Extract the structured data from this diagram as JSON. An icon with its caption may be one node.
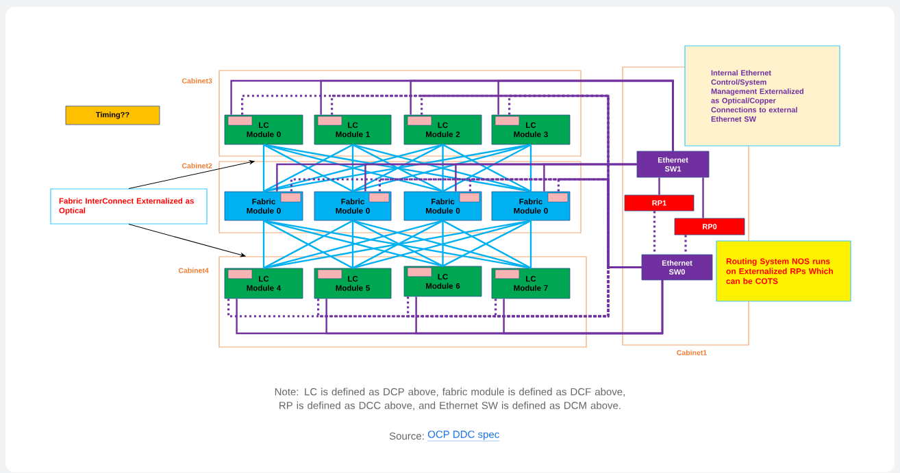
{
  "diagram": {
    "caption": "Note: LC is defined as DCP above, fabric module is defined as DCF above, RP is defined as DCC above, and Ethernet SW is defined as DCM above.",
    "nodes": [
      {
        "text": [
          "Cabinet3"
        ]
      },
      {
        "text": [
          "LC Module 0"
        ],
        "in": 0
      },
      {
        "text": [
          "LC Module 1"
        ],
        "in": 0
      },
      {
        "text": [
          "LC Module 2"
        ],
        "in": 0
      },
      {
        "text": [
          "LC Module 3"
        ],
        "in": 0
      },
      {
        "text": [
          "Cabinet2"
        ]
      },
      {
        "text": [
          "Fabric Module 0"
        ],
        "in": 5
      },
      {
        "text": [
          "Fabric Module 0"
        ],
        "in": 5
      },
      {
        "text": [
          "Fabric Module 0"
        ],
        "in": 5
      },
      {
        "text": [
          "Fabric Module 0"
        ],
        "in": 5
      },
      {
        "text": [
          "Cabinet4"
        ]
      },
      {
        "text": [
          "LC Module 4"
        ],
        "in": 10
      },
      {
        "text": [
          "LC Module 5"
        ],
        "in": 10
      },
      {
        "text": [
          "LC Module 6"
        ],
        "in": 10
      },
      {
        "text": [
          "LC Module 7"
        ],
        "in": 10
      },
      {
        "text": [
          "Cabinet1"
        ]
      },
      {
        "text": [
          "Ethernet SW1"
        ],
        "in": 15
      },
      {
        "text": [
          "RP1"
        ],
        "in": 15
      },
      {
        "text": [
          "RP0"
        ],
        "in": 15
      },
      {
        "text": [
          "Ethernet SW0"
        ],
        "in": 15
      },
      {
        "text": [
          "Timing??"
        ]
      },
      {
        "text": [
          "Fabric InterConnect Externalized as Optical"
        ]
      },
      {
        "text": [
          "Internal Ethernet Control/System Management Externalized as Optical/Copper Connections to external Ethernet SW"
        ]
      },
      {
        "text": [
          "Routing System NOS runs on Externalized RPs Which can be COTS"
        ]
      }
    ],
    "edges": [
      {
        "from": 1,
        "to": 6,
        "arrow": "none"
      },
      {
        "from": 1,
        "to": 7,
        "arrow": "none"
      },
      {
        "from": 1,
        "to": 8,
        "arrow": "none"
      },
      {
        "from": 1,
        "to": 9,
        "arrow": "none"
      },
      {
        "from": 2,
        "to": 6,
        "arrow": "none"
      },
      {
        "from": 2,
        "to": 7,
        "arrow": "none"
      },
      {
        "from": 2,
        "to": 8,
        "arrow": "none"
      },
      {
        "from": 2,
        "to": 9,
        "arrow": "none"
      },
      {
        "from": 3,
        "to": 6,
        "arrow": "none"
      },
      {
        "from": 3,
        "to": 7,
        "arrow": "none"
      },
      {
        "from": 3,
        "to": 8,
        "arrow": "none"
      },
      {
        "from": 3,
        "to": 9,
        "arrow": "none"
      },
      {
        "from": 4,
        "to": 6,
        "arrow": "none"
      },
      {
        "from": 4,
        "to": 7,
        "arrow": "none"
      },
      {
        "from": 4,
        "to": 8,
        "arrow": "none"
      },
      {
        "from": 4,
        "to": 9,
        "arrow": "none"
      },
      {
        "from": 6,
        "to": 11,
        "arrow": "none"
      },
      {
        "from": 6,
        "to": 12,
        "arrow": "none"
      },
      {
        "from": 6,
        "to": 13,
        "arrow": "none"
      },
      {
        "from": 6,
        "to": 14,
        "arrow": "none"
      },
      {
        "from": 7,
        "to": 11,
        "arrow": "none"
      },
      {
        "from": 7,
        "to": 12,
        "arrow": "none"
      },
      {
        "from": 7,
        "to": 13,
        "arrow": "none"
      },
      {
        "from": 7,
        "to": 14,
        "arrow": "none"
      },
      {
        "from": 8,
        "to": 11,
        "arrow": "none"
      },
      {
        "from": 8,
        "to": 12,
        "arrow": "none"
      },
      {
        "from": 8,
        "to": 13,
        "arrow": "none"
      },
      {
        "from": 8,
        "to": 14,
        "arrow": "none"
      },
      {
        "from": 9,
        "to": 11,
        "arrow": "none"
      },
      {
        "from": 9,
        "to": 12,
        "arrow": "none"
      },
      {
        "from": 9,
        "to": 13,
        "arrow": "none"
      },
      {
        "from": 9,
        "to": 14,
        "arrow": "none"
      },
      {
        "from": 1,
        "to": 16,
        "arrow": "none",
        "color": "#7030a0"
      },
      {
        "from": 2,
        "to": 16,
        "arrow": "none",
        "color": "#7030a0"
      },
      {
        "from": 3,
        "to": 16,
        "arrow": "none",
        "color": "#7030a0"
      },
      {
        "from": 4,
        "to": 16,
        "arrow": "none",
        "color": "#7030a0"
      },
      {
        "from": 6,
        "to": 16,
        "arrow": "none",
        "color": "#7030a0"
      },
      {
        "from": 7,
        "to": 16,
        "arrow": "none",
        "color": "#7030a0"
      },
      {
        "from": 8,
        "to": 16,
        "arrow": "none",
        "color": "#7030a0"
      },
      {
        "from": 9,
        "to": 16,
        "arrow": "none",
        "color": "#7030a0"
      },
      {
        "from": 11,
        "to": 19,
        "arrow": "none",
        "color": "#7030a0"
      },
      {
        "from": 12,
        "to": 19,
        "arrow": "none",
        "color": "#7030a0"
      },
      {
        "from": 13,
        "to": 19,
        "arrow": "none",
        "color": "#7030a0"
      },
      {
        "from": 14,
        "to": 19,
        "arrow": "none",
        "color": "#7030a0"
      },
      {
        "from": 16,
        "to": 17,
        "arrow": "none",
        "color": "#7030a0"
      },
      {
        "from": 16,
        "to": 18,
        "arrow": "none",
        "color": "#7030a0"
      },
      {
        "from": 1,
        "to": 19,
        "arrow": "none",
        "style": "dashed",
        "color": "#7030a0"
      },
      {
        "from": 2,
        "to": 19,
        "arrow": "none",
        "style": "dashed",
        "color": "#7030a0"
      },
      {
        "from": 3,
        "to": 19,
        "arrow": "none",
        "style": "dashed",
        "color": "#7030a0"
      },
      {
        "from": 4,
        "to": 19,
        "arrow": "none",
        "style": "dashed",
        "color": "#7030a0"
      },
      {
        "from": 6,
        "to": 19,
        "arrow": "none",
        "style": "dashed",
        "color": "#7030a0"
      },
      {
        "from": 7,
        "to": 19,
        "arrow": "none",
        "style": "dashed",
        "color": "#7030a0"
      },
      {
        "from": 8,
        "to": 19,
        "arrow": "none",
        "style": "dashed",
        "color": "#7030a0"
      },
      {
        "from": 9,
        "to": 19,
        "arrow": "none",
        "style": "dashed",
        "color": "#7030a0"
      },
      {
        "from": 11,
        "to": 19,
        "arrow": "none",
        "style": "dashed",
        "color": "#7030a0"
      },
      {
        "from": 12,
        "to": 19,
        "arrow": "none",
        "style": "dashed",
        "color": "#7030a0"
      },
      {
        "from": 13,
        "to": 19,
        "arrow": "none",
        "style": "dashed",
        "color": "#7030a0"
      },
      {
        "from": 14,
        "to": 19,
        "arrow": "none",
        "style": "dashed",
        "color": "#7030a0"
      },
      {
        "from": 17,
        "to": 19,
        "arrow": "none",
        "style": "dashed",
        "color": "#7030a0"
      },
      {
        "from": 18,
        "to": 19,
        "arrow": "none",
        "style": "dashed",
        "color": "#7030a0"
      },
      {
        "from": 21,
        "to": 5,
        "arrow": "to",
        "color": "#000000"
      },
      {
        "from": 21,
        "to": 10,
        "arrow": "to",
        "color": "#000000"
      }
    ],
    "labels": [
      "Source:",
      "OCP DDC spec"
    ]
  }
}
